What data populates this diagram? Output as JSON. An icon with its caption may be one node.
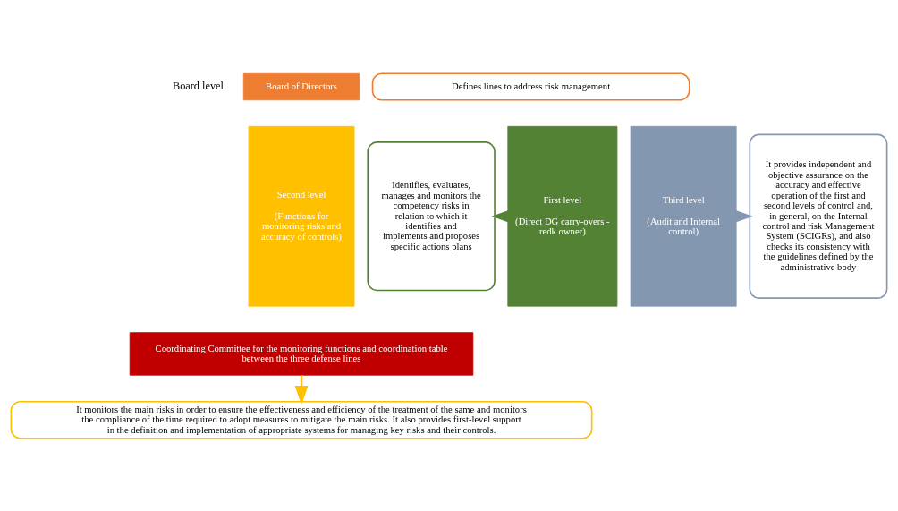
{
  "diagram": {
    "nodes": [
      {
        "text": [
          "Board of Directors"
        ]
      },
      {
        "text": [
          "Defines lines to address risk management"
        ]
      },
      {
        "text": [
          "Identifies, evaluates, manages and monitors the competency risks in relation to which it identifies and implements and proposes specific actions plans"
        ]
      },
      {
        "text": [
          "First level",
          "(Direct DG carry-overs - redk owner)"
        ]
      },
      {
        "text": [
          "Second level",
          "(Functions for monitoring risks and accuracy of controls)"
        ]
      },
      {
        "text": [
          "Third level",
          "(Audit and Internal control)"
        ]
      },
      {
        "text": [
          "It provides independent and objective assurance on the accuracy and effective operation of the first and second levels of control and, in general, on the Internal control and risk Management System (SCIGRs), and also checks its consistency with the guidelines defined by the administrative body"
        ]
      },
      {
        "text": [
          "Coordinating Committee for the monitoring functions and coordination table between the three defense lines"
        ]
      },
      {
        "text": [
          "It monitors the main risks in order to ensure the effectiveness and efficiency of the treatment of the same and monitors the compliance of the time required to adopt measures to mitigate the main risks. It also provides first-level support in the definition and implementation of appropriate systems for managing key risks and their controls."
        ]
      }
    ],
    "edges": [
      {
        "from": 3,
        "to": 2,
        "arrow": "to",
        "color": "#548235"
      },
      {
        "from": 5,
        "to": 6,
        "arrow": "to",
        "color": "#8497b0"
      },
      {
        "from": 7,
        "to": 8,
        "arrow": "to",
        "color": "#ffc000"
      }
    ],
    "labels": [
      "Board level"
    ]
  }
}
